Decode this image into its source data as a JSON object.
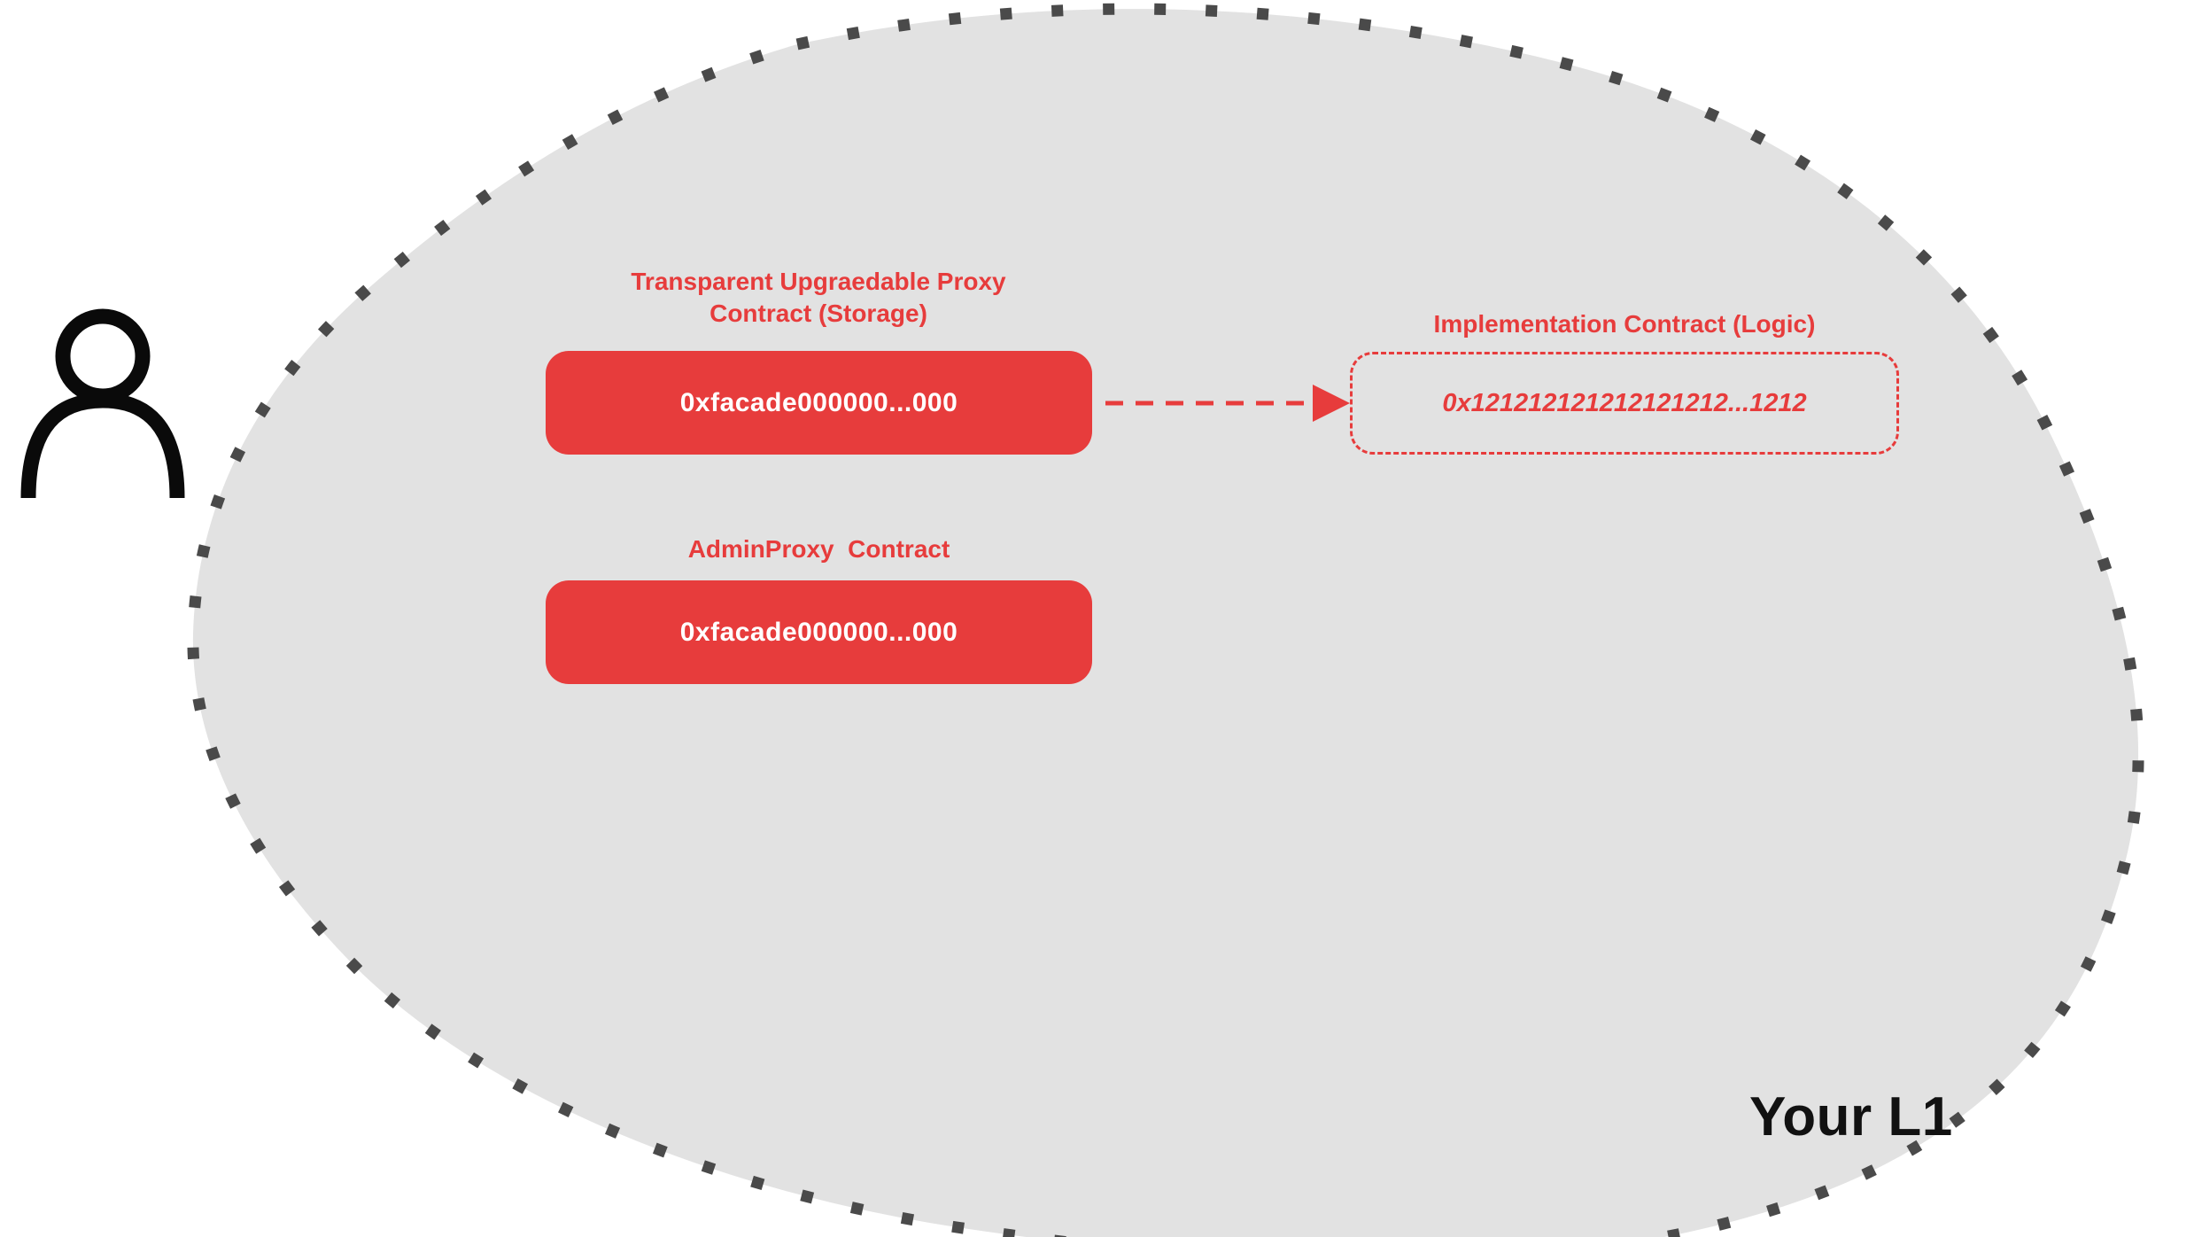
{
  "colors": {
    "accent_red": "#e73c3c",
    "blob_fill": "#e2e2e2",
    "dot": "#4a4a4a",
    "box_text": "#ffffff",
    "ink": "#111111"
  },
  "region": {
    "label": "Your L1"
  },
  "nodes": {
    "proxy": {
      "label": "Transparent Upgraedable Proxy Contract (Storage)",
      "address": "0xfacade000000...000"
    },
    "implementation": {
      "label": "Implementation Contract (Logic)",
      "address": "0x121212121212121212...1212"
    },
    "admin": {
      "label": "AdminProxy  Contract",
      "address": "0xfacade000000...000"
    }
  },
  "icons": {
    "user": "user-icon"
  }
}
